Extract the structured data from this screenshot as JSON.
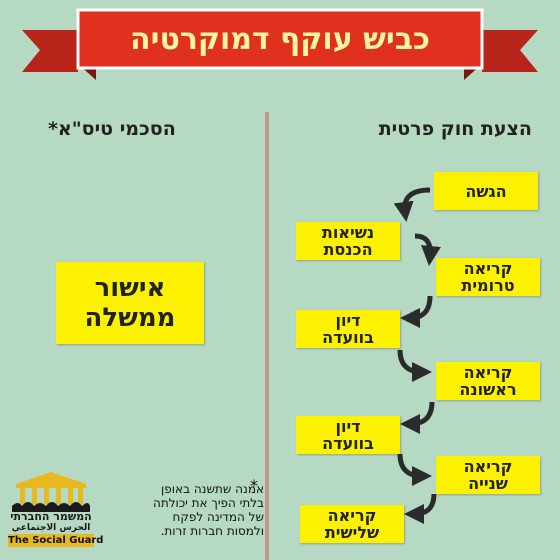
{
  "title": "כביש עוקף דמוקרטיה",
  "columns": {
    "right_heading": "הצעת חוק פרטית",
    "left_heading": "הסכמי טיס\"א*"
  },
  "steps": [
    {
      "line1": "הגשה",
      "line2": ""
    },
    {
      "line1": "נשיאות",
      "line2": "הכנסת"
    },
    {
      "line1": "קריאה",
      "line2": "טרומית"
    },
    {
      "line1": "דיון",
      "line2": "בוועדה"
    },
    {
      "line1": "קריאה",
      "line2": "ראשונה"
    },
    {
      "line1": "דיון",
      "line2": "בוועדה"
    },
    {
      "line1": "קריאה",
      "line2": "שנייה"
    },
    {
      "line1": "קריאה",
      "line2": "שלישית"
    }
  ],
  "approval": {
    "line1": "אישור",
    "line2": "ממשלה"
  },
  "footnote": {
    "marker": "*",
    "lines": [
      "אמנה שתשנה באופן",
      "בלתי הפיך את יכולתה",
      "של המדינה לפקח",
      "ולמסות חברות זרות."
    ]
  },
  "logo": {
    "hebrew": "המשמר החברתי",
    "arabic": "الحرس الاجتماعي",
    "english": "The Social Guard"
  },
  "colors": {
    "background": "#b6d9c4",
    "banner_red": "#e0311f",
    "box_yellow": "#fcf200",
    "divider": "#c19a86"
  }
}
